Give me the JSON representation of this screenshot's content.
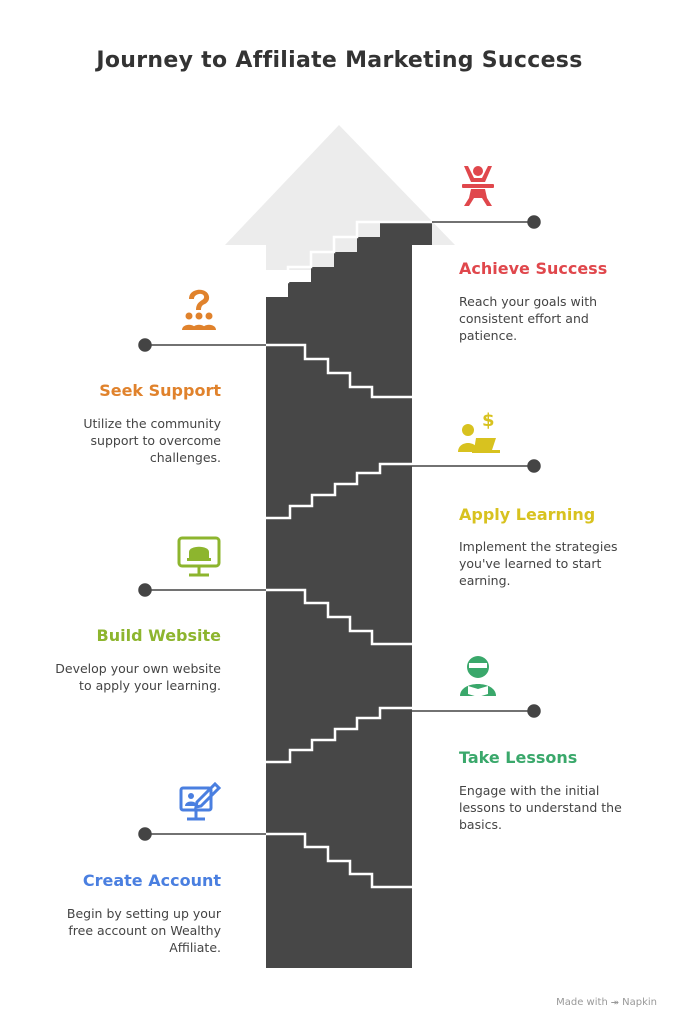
{
  "title": "Journey to Affiliate Marketing Success",
  "steps": [
    {
      "title": "Create Account",
      "desc": "Begin by setting up your free account on Wealthy Affiliate.",
      "color": "#4a7fe0",
      "icon": "computer-edit-icon"
    },
    {
      "title": "Take Lessons",
      "desc": "Engage with the initial lessons to understand the basics.",
      "color": "#3aa86b",
      "icon": "student-reading-icon"
    },
    {
      "title": "Build Website",
      "desc": "Develop your own website to apply your learning.",
      "color": "#8db52e",
      "icon": "monitor-build-icon"
    },
    {
      "title": "Apply Learning",
      "desc": "Implement the strategies you've learned to start earning.",
      "color": "#d8c21f",
      "icon": "earning-laptop-icon"
    },
    {
      "title": "Seek Support",
      "desc": "Utilize the community support to overcome challenges.",
      "color": "#e0822c",
      "icon": "community-question-icon"
    },
    {
      "title": "Achieve Success",
      "desc": "Reach your goals with consistent effort and patience.",
      "color": "#e0474c",
      "icon": "success-person-icon"
    }
  ],
  "footer": "Made with ⯮ Napkin",
  "colors": {
    "stair": "#474747",
    "arrow": "#ececec",
    "line": "#444444"
  }
}
